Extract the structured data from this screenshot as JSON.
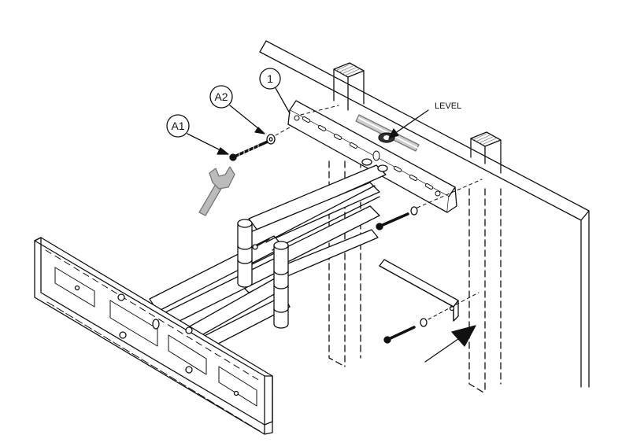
{
  "callouts": {
    "bracket": "1",
    "washer": "A2",
    "lag_bolt": "A1",
    "level": "LEVEL"
  },
  "icons": [
    "wrench-icon",
    "spirit-level-icon",
    "direction-arrow-icon"
  ],
  "colors": {
    "line": "#111111",
    "shade": "#999999",
    "background": "#ffffff"
  }
}
